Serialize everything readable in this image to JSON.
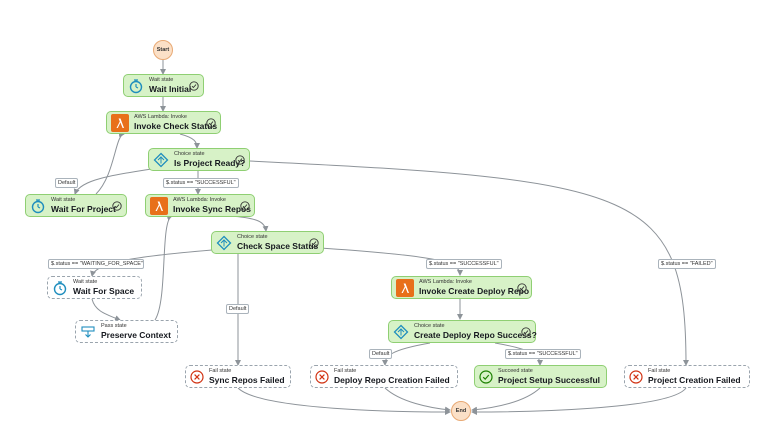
{
  "start_label": "Start",
  "end_label": "End",
  "nodes": {
    "wait_initial": {
      "type": "Wait state",
      "name": "Wait Initial"
    },
    "invoke_check_status": {
      "type": "AWS Lambda: Invoke",
      "name": "Invoke Check Status"
    },
    "is_project_ready": {
      "type": "Choice state",
      "name": "Is Project Ready?"
    },
    "wait_for_project": {
      "type": "Wait state",
      "name": "Wait For Project"
    },
    "invoke_sync_repos": {
      "type": "AWS Lambda: Invoke",
      "name": "Invoke Sync Repos"
    },
    "check_space_status": {
      "type": "Choice state",
      "name": "Check Space Status"
    },
    "wait_for_space": {
      "type": "Wait state",
      "name": "Wait For Space"
    },
    "preserve_context": {
      "type": "Pass state",
      "name": "Preserve Context"
    },
    "invoke_create_deploy_repo": {
      "type": "AWS Lambda: Invoke",
      "name": "Invoke Create Deploy Repo"
    },
    "create_deploy_repo_success": {
      "type": "Choice state",
      "name": "Create Deploy Repo Success?"
    },
    "sync_repos_failed": {
      "type": "Fail state",
      "name": "Sync Repos Failed"
    },
    "deploy_repo_creation_failed": {
      "type": "Fail state",
      "name": "Deploy Repo Creation Failed"
    },
    "project_setup_successful": {
      "type": "Succeed state",
      "name": "Project Setup Successful"
    },
    "project_creation_failed": {
      "type": "Fail state",
      "name": "Project Creation Failed"
    }
  },
  "edge_labels": {
    "ready_default": "Default",
    "ready_successful": "$.status == \"SUCCESSFUL\"",
    "space_waiting": "$.status == \"WAITING_FOR_SPACE\"",
    "space_successful": "$.status == \"SUCCESSFUL\"",
    "space_default": "Default",
    "ready_failed": "$.status == \"FAILED\"",
    "deploy_default": "Default",
    "deploy_successful": "$.status == \"SUCCESSFUL\""
  },
  "colors": {
    "success_fill": "#d7f2c7",
    "success_border": "#8fcf73",
    "lambda_orange": "#e8701a",
    "choice_teal": "#1f8ebe",
    "fail_red": "#d13212",
    "check_green": "#1d8102",
    "terminal_fill": "#fbe0c7",
    "edge_gray": "#8d9399"
  }
}
